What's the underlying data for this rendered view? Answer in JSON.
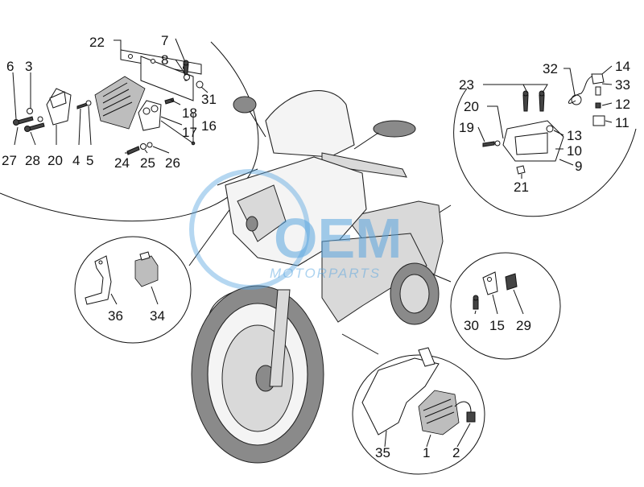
{
  "diagram": {
    "part_labels": [
      "1",
      "2",
      "3",
      "4",
      "5",
      "6",
      "7",
      "8",
      "9",
      "10",
      "11",
      "12",
      "13",
      "14",
      "15",
      "16",
      "17",
      "18",
      "19",
      "20",
      "20",
      "21",
      "22",
      "23",
      "24",
      "25",
      "26",
      "27",
      "28",
      "29",
      "30",
      "31",
      "32",
      "33",
      "34",
      "35",
      "36"
    ],
    "groups": {
      "upper_left": [
        "22",
        "7",
        "8",
        "6",
        "3",
        "18",
        "31",
        "17",
        "16",
        "27",
        "28",
        "20",
        "4",
        "5",
        "24",
        "25",
        "26"
      ],
      "upper_right": [
        "32",
        "14",
        "33",
        "23",
        "12",
        "20",
        "11",
        "13",
        "19",
        "10",
        "9",
        "21"
      ],
      "mid_left": [
        "36",
        "34"
      ],
      "mid_right": [
        "30",
        "15",
        "29"
      ],
      "bottom": [
        "35",
        "1",
        "2"
      ]
    }
  },
  "watermark": {
    "logo": "OEM",
    "text": "MOTORPARTS",
    "color": "#5aa6e0"
  }
}
